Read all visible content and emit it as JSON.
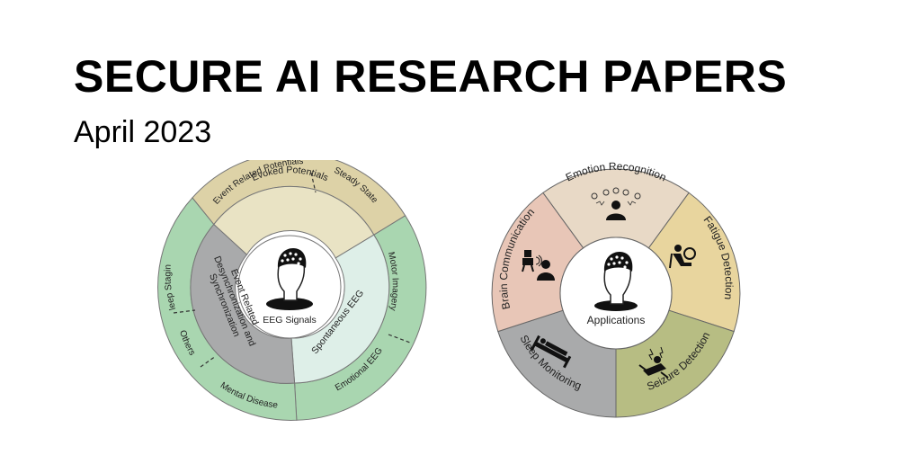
{
  "header": {
    "title": "SECURE AI RESEARCH PAPERS",
    "subtitle": "April 2023"
  },
  "eeg_diagram": {
    "center_label": "EEG Signals",
    "inner": {
      "evoked": "Evoked Potentials",
      "spontaneous": "Spontaneous EEG",
      "erd_line1": "Event Related",
      "erd_line2": "Desynchronization and",
      "erd_line3": "Synchronization"
    },
    "outer": {
      "erp": "Event Related Potentials",
      "steady": "Steady State",
      "motor": "Motor Imagery",
      "emotional": "Emotional EEG",
      "mental": "Mental Disease",
      "others": "Others",
      "sleep": "Sleep Staging"
    },
    "colors": {
      "evoked": "#e9e3c4",
      "erp_outer": "#ddd2a7",
      "spontaneous": "#deefe8",
      "spont_outer": "#a9d6b0",
      "erd": "#a9aaab",
      "left_outer": "#a9d6b0"
    }
  },
  "app_diagram": {
    "center_label": "Applications",
    "segments": {
      "emotion": "Emotion Recognition",
      "fatigue": "Fatigue Detection",
      "seizure": "Seizure Detection",
      "sleep": "Sleep Monitoring",
      "brain": "Brain Communication"
    },
    "colors": {
      "emotion": "#e8d9c6",
      "fatigue": "#e8d59e",
      "seizure": "#b7bd83",
      "sleep": "#a9aaab",
      "brain": "#e8c6b7"
    }
  }
}
